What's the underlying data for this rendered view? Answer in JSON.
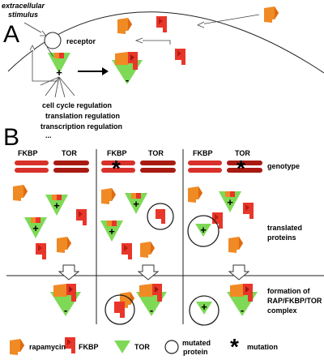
{
  "panel_a": {
    "label": "A",
    "stimulus_line1": "extracellular",
    "stimulus_line2": "stimulus",
    "receptor": "receptor",
    "outputs": [
      "cell cycle regulation",
      "translation regulation",
      "transcription regulation",
      "..."
    ]
  },
  "panel_b": {
    "label": "B",
    "columns": [
      {
        "fkbp": "FKBP",
        "tor": "TOR"
      },
      {
        "fkbp": "FKBP",
        "tor": "TOR"
      },
      {
        "fkbp": "FKBP",
        "tor": "TOR"
      }
    ],
    "row_labels": {
      "genotype": "genotype",
      "translated": [
        "translated",
        "proteins"
      ],
      "complex": [
        "formation of",
        "RAP/FKBP/TOR",
        "complex"
      ]
    },
    "mutation_symbol": "*"
  },
  "signs": {
    "plus": "+",
    "minus": "-"
  },
  "legend": {
    "rapamycin": "rapamycin",
    "fkbp": "FKBP",
    "tor": "TOR",
    "mutated_protein": [
      "mutated",
      "protein"
    ],
    "mutation": "mutation",
    "mutation_symbol": "*"
  },
  "colors": {
    "rapamycin": "#f08a24",
    "fkbp": "#e8362a",
    "tor": "#7ed957",
    "genotype_bar": "#d8302a"
  }
}
